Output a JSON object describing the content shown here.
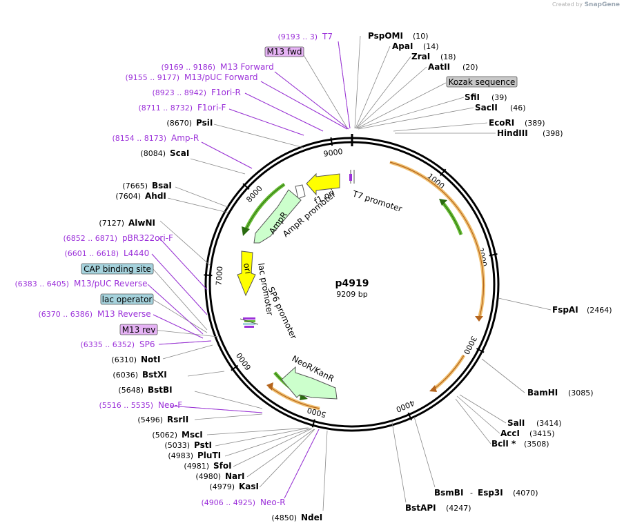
{
  "credit": {
    "prefix": "Created by",
    "brand": "SnapGene"
  },
  "plasmid": {
    "name": "p4919",
    "length_label": "9209 bp",
    "length": 9209
  },
  "scale_ticks": [
    {
      "pos": 1000,
      "label": "1000"
    },
    {
      "pos": 2000,
      "label": "2000"
    },
    {
      "pos": 3000,
      "label": "3000"
    },
    {
      "pos": 4000,
      "label": "4000"
    },
    {
      "pos": 5000,
      "label": "5000"
    },
    {
      "pos": 6000,
      "label": "6000"
    },
    {
      "pos": 7000,
      "label": "7000"
    },
    {
      "pos": 8000,
      "label": "8000"
    },
    {
      "pos": 9000,
      "label": "9000"
    }
  ],
  "enzymes": [
    {
      "name": "PspOMI",
      "pos": "(10)"
    },
    {
      "name": "ApaI",
      "pos": "(14)"
    },
    {
      "name": "ZraI",
      "pos": "(18)"
    },
    {
      "name": "AatII",
      "pos": "(20)"
    },
    {
      "name": "SfiI",
      "pos": "(39)"
    },
    {
      "name": "SacII",
      "pos": "(46)"
    },
    {
      "name": "EcoRI",
      "pos": "(389)"
    },
    {
      "name": "HindIII",
      "pos": "(398)"
    },
    {
      "name": "FspAI",
      "pos": "(2464)"
    },
    {
      "name": "BamHI",
      "pos": "(3085)"
    },
    {
      "name": "SalI",
      "pos": "(3414)"
    },
    {
      "name": "AccI",
      "pos": "(3415)"
    },
    {
      "name": "BclI *",
      "pos": "(3508)"
    },
    {
      "name": "BsmBI",
      "pos": "(4070)"
    },
    {
      "name": "Esp3I",
      "pos": ""
    },
    {
      "name": "BstAPI",
      "pos": "(4247)"
    },
    {
      "name": "NdeI",
      "pos": "(4850)"
    },
    {
      "name": "KasI",
      "pos": "(4979)"
    },
    {
      "name": "NarI",
      "pos": "(4980)"
    },
    {
      "name": "SfoI",
      "pos": "(4981)"
    },
    {
      "name": "PluTI",
      "pos": "(4983)"
    },
    {
      "name": "PstI",
      "pos": "(5033)"
    },
    {
      "name": "MscI",
      "pos": "(5062)"
    },
    {
      "name": "RsrII",
      "pos": "(5496)"
    },
    {
      "name": "BstBI",
      "pos": "(5648)"
    },
    {
      "name": "BstXI",
      "pos": "(6036)"
    },
    {
      "name": "NotI",
      "pos": "(6310)"
    },
    {
      "name": "AlwNI",
      "pos": "(7127)"
    },
    {
      "name": "AhdI",
      "pos": "(7604)"
    },
    {
      "name": "BsaI",
      "pos": "(7665)"
    },
    {
      "name": "ScaI",
      "pos": "(8084)"
    },
    {
      "name": "PsiI",
      "pos": "(8670)"
    }
  ],
  "primers": [
    {
      "pos": "(9193 .. 3)",
      "name": "T7"
    },
    {
      "pos": "(9169 .. 9186)",
      "name": "M13 Forward"
    },
    {
      "pos": "(9155 .. 9177)",
      "name": "M13/pUC Forward"
    },
    {
      "pos": "(8923 .. 8942)",
      "name": "F1ori-R"
    },
    {
      "pos": "(8711 .. 8732)",
      "name": "F1ori-F"
    },
    {
      "pos": "(8154 .. 8173)",
      "name": "Amp-R"
    },
    {
      "pos": "(6852 .. 6871)",
      "name": "pBR322ori-F"
    },
    {
      "pos": "(6601 .. 6618)",
      "name": "L4440"
    },
    {
      "pos": "(6383 .. 6405)",
      "name": "M13/pUC Reverse"
    },
    {
      "pos": "(6370 .. 6386)",
      "name": "M13 Reverse"
    },
    {
      "pos": "(6335 .. 6352)",
      "name": "SP6"
    },
    {
      "pos": "(5516 .. 5535)",
      "name": "Neo-F"
    },
    {
      "pos": "(4906 .. 4925)",
      "name": "Neo-R"
    }
  ],
  "boxed_labels": [
    {
      "text": "M13 fwd",
      "color": "#e6b3f5"
    },
    {
      "text": "Kozak sequence",
      "color": "#c8c8c8"
    },
    {
      "text": "CAP binding site",
      "color": "#a6d3dd"
    },
    {
      "text": "lac operator",
      "color": "#a6d3dd"
    },
    {
      "text": "M13 rev",
      "color": "#e6b3f5"
    }
  ],
  "features": [
    "T7 promoter",
    "f1 ori",
    "AmpR promoter",
    "AmpR",
    "ori",
    "lac promoter",
    "SP6 promoter",
    "NeoR/KanR"
  ],
  "colors": {
    "primer": "#9b30d9",
    "orf": "#f0c070",
    "orf_inner": "#b5651d",
    "green": "#66bb33",
    "yellow": "#ffff00",
    "ampr": "#ccffcc"
  }
}
